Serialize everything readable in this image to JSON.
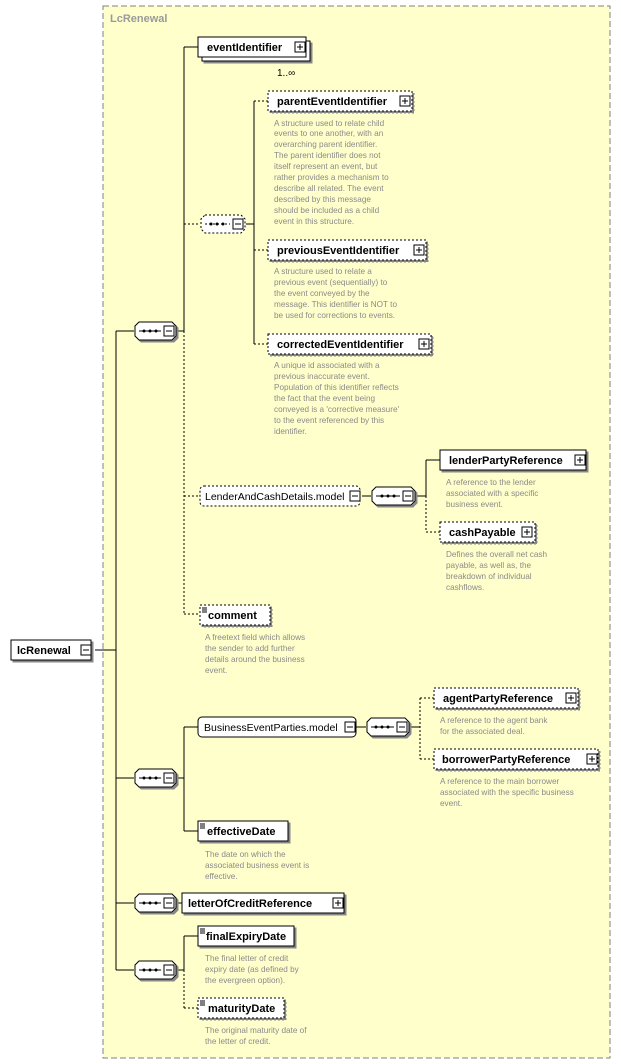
{
  "diagram": {
    "group_title": "LcRenewal",
    "root": "lcRenewal",
    "elements": {
      "eventIdentifier": "eventIdentifier",
      "eventIdentifier_occurs": "1..∞",
      "parentEventIdentifier": "parentEventIdentifier",
      "previousEventIdentifier": "previousEventIdentifier",
      "correctedEventIdentifier": "correctedEventIdentifier",
      "lenderAndCashDetails": "LenderAndCashDetails.model",
      "lenderPartyReference": "lenderPartyReference",
      "cashPayable": "cashPayable",
      "comment": "comment",
      "businessEventParties": "BusinessEventParties.model",
      "agentPartyReference": "agentPartyReference",
      "borrowerPartyReference": "borrowerPartyReference",
      "effectiveDate": "effectiveDate",
      "letterOfCreditReference": "letterOfCreditReference",
      "finalExpiryDate": "finalExpiryDate",
      "maturityDate": "maturityDate"
    },
    "docs": {
      "parentEventIdentifier": [
        "A structure used to relate child",
        "events to one another, with an",
        "overarching parent identifier.",
        "The parent identifier does not",
        "itself represent an event, but",
        "rather provides a mechanism to",
        "describe all related. The event",
        "described by this message",
        "should be included as a child",
        "event in this structure."
      ],
      "previousEventIdentifier": [
        "A structure used to relate a",
        "previous event (sequentially) to",
        "the event conveyed by the",
        "message. This identifier is NOT to",
        "be used for corrections to events."
      ],
      "correctedEventIdentifier": [
        "A unique id associated with a",
        "previous inaccurate event.",
        "Population of this identifier reflects",
        "the fact that the event being",
        "conveyed is a 'corrective measure'",
        "to the event referenced by this",
        "identifier."
      ],
      "lenderPartyReference": [
        "A reference to the lender",
        "associated with a specific",
        "business event."
      ],
      "cashPayable": [
        "Defines the overall net cash",
        "payable, as well as, the",
        "breakdown of individual",
        "cashflows."
      ],
      "comment": [
        "A freetext field which allows",
        "the sender to add further",
        "details around the business",
        "event."
      ],
      "agentPartyReference": [
        "A reference to the agent bank",
        "for the associated deal."
      ],
      "borrowerPartyReference": [
        "A reference to the main borrower",
        "associated with the specific business",
        "event."
      ],
      "effectiveDate": [
        "The date on which the",
        "associated business event is",
        "effective."
      ],
      "finalExpiryDate": [
        "The final letter of credit",
        "expiry date (as defined by",
        "the evergreen option)."
      ],
      "maturityDate": [
        "The original maturity date of",
        "the letter of credit."
      ]
    },
    "colors": {
      "group_fill": "#ffffcc",
      "group_border": "#808080",
      "node_fill": "#ffffff",
      "doc_text": "#8a8a8a"
    }
  }
}
